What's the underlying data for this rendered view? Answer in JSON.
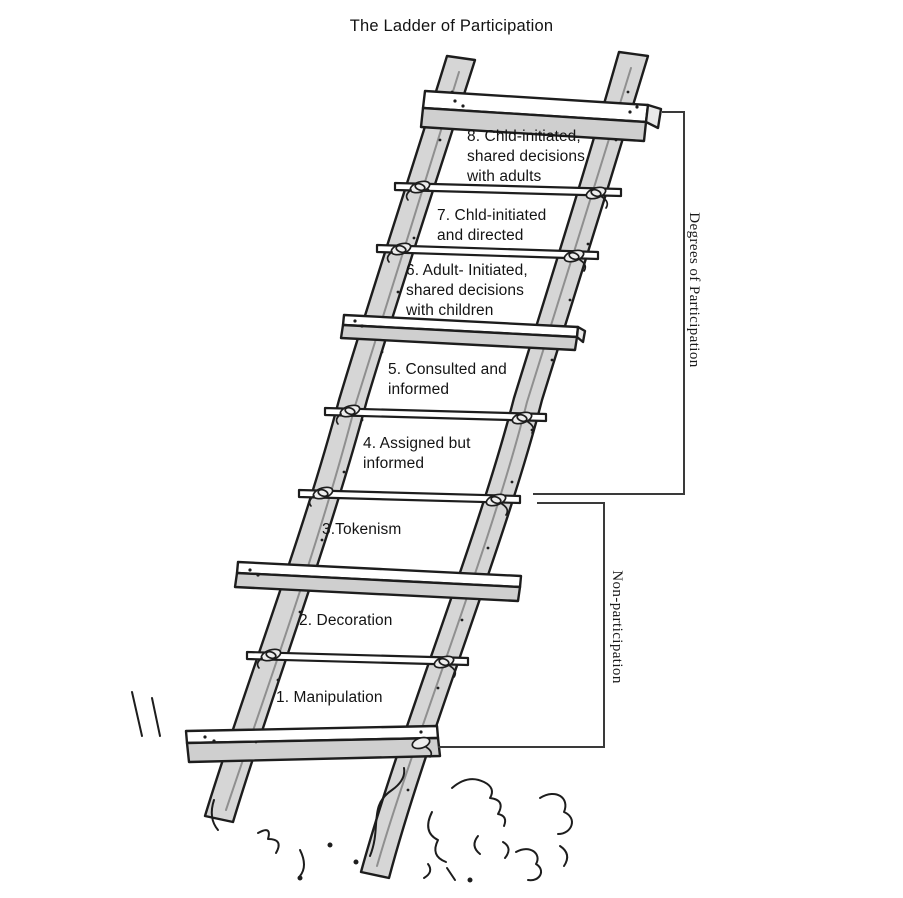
{
  "title": "The Ladder of Participation",
  "ladder": {
    "rungs": [
      {
        "level": 8,
        "label": "8. Chld-initiated,\nshared decisions\nwith adults"
      },
      {
        "level": 7,
        "label": "7. Chld-initiated\nand directed"
      },
      {
        "level": 6,
        "label": "6. Adult- Initiated,\nshared decisions\nwith children"
      },
      {
        "level": 5,
        "label": "5. Consulted and\ninformed"
      },
      {
        "level": 4,
        "label": "4. Assigned but\ninformed"
      },
      {
        "level": 3,
        "label": "3.Tokenism"
      },
      {
        "level": 2,
        "label": "2. Decoration"
      },
      {
        "level": 1,
        "label": "1. Manipulation"
      }
    ]
  },
  "brackets": {
    "degrees": {
      "label": "Degrees of Participation",
      "levels_spanned": "4-8"
    },
    "non_participation": {
      "label": "Non-participation",
      "levels_spanned": "1-3"
    }
  },
  "colors": {
    "ink": "#1d1d1d",
    "rail_fill": "#d6d6d6",
    "plank_face": "#cfcfcf",
    "background": "#ffffff",
    "bracket_line": "#3a3a3a"
  }
}
